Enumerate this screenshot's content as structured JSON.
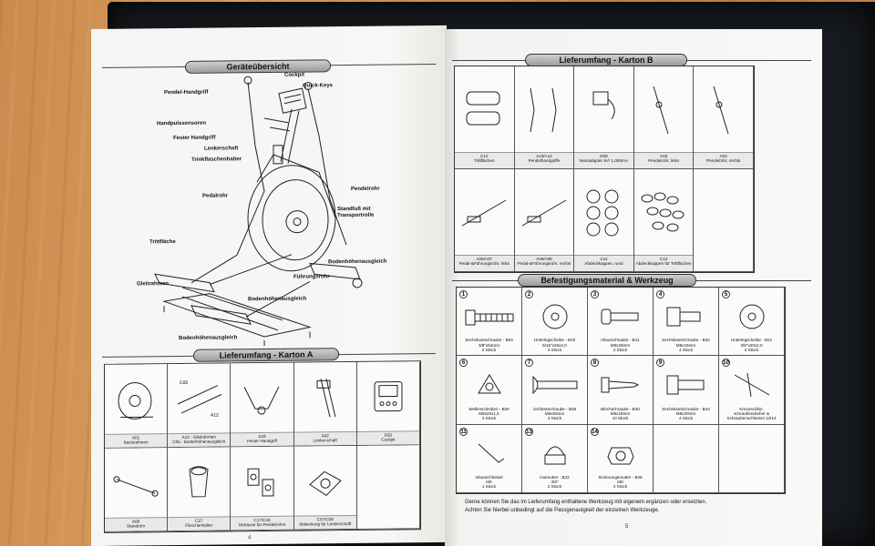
{
  "left_page": {
    "overview_title": "Geräteübersicht",
    "callouts": [
      {
        "id": "cockpit",
        "label": "Cockpit"
      },
      {
        "id": "quick-keys",
        "label": "Quick-Keys"
      },
      {
        "id": "pendel-handgriff",
        "label": "Pendel-Handgriff"
      },
      {
        "id": "handpulssensoren",
        "label": "Handpulssensoren"
      },
      {
        "id": "fester-handgriff",
        "label": "Fester Handgriff"
      },
      {
        "id": "lenkerschaft",
        "label": "Lenkerschaft"
      },
      {
        "id": "trinkflaschenhalter",
        "label": "Trinkflaschenhalter"
      },
      {
        "id": "pedalrohr",
        "label": "Pedalrohr"
      },
      {
        "id": "pendelrohr",
        "label": "Pendelrohr"
      },
      {
        "id": "standfuss",
        "label": "Standfuß mit Transportrolle"
      },
      {
        "id": "trittflaeche",
        "label": "Trittfläche"
      },
      {
        "id": "bodenhoehe-1",
        "label": "Bodenhöhenausgleich"
      },
      {
        "id": "gleitrahmen",
        "label": "Gleitrahmen"
      },
      {
        "id": "fuehrungsrohr",
        "label": "Führungsrohr"
      },
      {
        "id": "bodenhoehe-2",
        "label": "Bodenhöhenausgleich"
      },
      {
        "id": "bodenhoehe-3",
        "label": "Bodenhöhenausgleich"
      }
    ],
    "carton_a_title": "Lieferumfang - Karton A",
    "carton_a_rows": [
      [
        {
          "code": "A01",
          "name": "Basisrahmen",
          "icon": "base-frame-icon"
        },
        {
          "code": "A12 - Gleitrahmen",
          "name": "C05 - Bodenhöhenausgleich",
          "icon": "slide-rails-icon",
          "extra": "C05",
          "extra2": "A12"
        },
        {
          "code": "A18",
          "name": "Fester Handgriff",
          "icon": "fixed-handle-icon"
        },
        {
          "code": "A02",
          "name": "Lenkerschaft",
          "icon": "handlebar-post-icon"
        },
        {
          "code": "D02",
          "name": "Cockpit",
          "icon": "cockpit-icon"
        }
      ],
      [
        {
          "code": "A09",
          "name": "Standrohr",
          "icon": "stand-tube-icon"
        },
        {
          "code": "C27",
          "name": "Flaschenhalter",
          "icon": "bottle-holder-icon"
        },
        {
          "code": "C17/C18",
          "name": "Gehäuse für Pendelrohre",
          "icon": "pendulum-housing-icon"
        },
        {
          "code": "C07/C08",
          "name": "Abdeckung für Lenkerschaft",
          "icon": "handlebar-cover-icon"
        },
        {
          "code": "",
          "name": "",
          "icon": ""
        }
      ]
    ],
    "page_number": "4"
  },
  "right_page": {
    "carton_b_title": "Lieferumfang - Karton B",
    "carton_b_rows": [
      [
        {
          "code": "C12",
          "name": "Trittflächen",
          "icon": "foot-pedals-icon"
        },
        {
          "code": "A13/A14",
          "name": "Pendelhandgriffe",
          "icon": "pendulum-grips-icon"
        },
        {
          "code": "D08",
          "name": "Netzadapter 9V/ 1,000mA",
          "icon": "power-adapter-icon"
        },
        {
          "code": "A03",
          "name": "Pendelrohr, links",
          "icon": "pendulum-tube-left-icon"
        },
        {
          "code": "A04",
          "name": "Pendelrohr, rechts",
          "icon": "pendulum-tube-right-icon"
        }
      ],
      [
        {
          "code": "A05/A07",
          "name": "Pedal-&Führungsrohr, links",
          "icon": "pedal-tube-left-icon"
        },
        {
          "code": "A06/A08",
          "name": "Pedal-&Führungsrohr, rechts",
          "icon": "pedal-tube-right-icon"
        },
        {
          "code": "C11",
          "name": "Abdeckkappen, rund",
          "icon": "round-caps-icon"
        },
        {
          "code": "C14",
          "name": "Abdeckkappen für Trittflächen",
          "icon": "pedal-caps-icon"
        },
        {
          "code": "",
          "name": "",
          "icon": ""
        }
      ]
    ],
    "hardware_title": "Befestigungsmaterial & Werkzeug",
    "hardware_rows": [
      [
        {
          "n": "1",
          "line1": "Sechskantschraube - B20",
          "line2": "3/8\"x64mm",
          "line3": "2 Stück",
          "icon": "hex-bolt-long-icon"
        },
        {
          "n": "2",
          "line1": "Unterlegscheibe - B33",
          "line2": "5/16\"x20x2,0",
          "line3": "4 Stück",
          "icon": "washer-icon"
        },
        {
          "n": "3",
          "line1": "Inbusschraube - B41",
          "line2": "M8x25mm",
          "line3": "2 Stück",
          "icon": "allen-screw-icon"
        },
        {
          "n": "4",
          "line1": "Sechskantschraube - B32",
          "line2": "M8x16mm",
          "line3": "4 Stück",
          "icon": "hex-bolt-short-icon"
        },
        {
          "n": "5",
          "line1": "Unterlegscheibe - B21",
          "line2": "3/8\"x20x2,0",
          "line3": "4 Stück",
          "icon": "washer-large-icon"
        }
      ],
      [
        {
          "n": "6",
          "line1": "Wellenscheiben - B30",
          "line2": "M8x20x1,5",
          "line3": "4 Stück",
          "icon": "wave-washer-icon"
        },
        {
          "n": "7",
          "line1": "Schlossschraube - B28",
          "line2": "M8x50mm",
          "line3": "4 Stück",
          "icon": "carriage-bolt-icon"
        },
        {
          "n": "8",
          "line1": "Blechschraube - B40",
          "line2": "M5x16mm",
          "line3": "10 Stück",
          "icon": "sheet-screw-icon"
        },
        {
          "n": "9",
          "line1": "Sechskantschraube - B44",
          "line2": "M8x20mm",
          "line3": "4 Stück",
          "icon": "hex-bolt-medium-icon"
        },
        {
          "n": "10",
          "line1": "Kreuzschlitz-",
          "line2": "schraubendreher &",
          "line3": "Schraubenschlüssel 13/14",
          "icon": "screwdriver-wrench-icon"
        }
      ],
      [
        {
          "n": "11",
          "line1": "Inbusschlüssel",
          "line2": "M5",
          "line3": "1 Stück",
          "icon": "allen-key-icon"
        },
        {
          "n": "13",
          "line1": "Hutmutter - B22",
          "line2": "3/8\"",
          "line3": "2 Stück",
          "icon": "cap-nut-icon"
        },
        {
          "n": "14",
          "line1": "Sicherungsmutter - B29",
          "line2": "M8",
          "line3": "4 Stück",
          "icon": "lock-nut-icon"
        },
        {
          "n": "",
          "line1": "",
          "line2": "",
          "line3": "",
          "icon": ""
        },
        {
          "n": "",
          "line1": "",
          "line2": "",
          "line3": "",
          "icon": ""
        }
      ]
    ],
    "note_line1": "Gerne können Sie das im Lieferumfang enthaltene Werkzeug mit eigenem ergänzen oder ersetzten.",
    "note_line2": "Achten Sie hierbei unbedingt auf die Passgenauigkeit der einzelnen Werkzeuge.",
    "page_number": "5"
  }
}
